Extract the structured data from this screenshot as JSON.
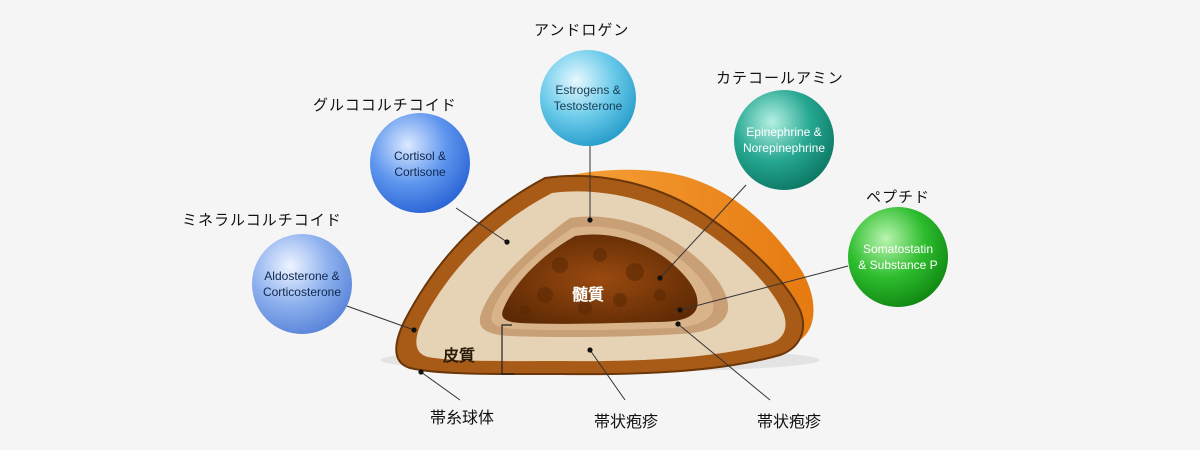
{
  "hormone_groups": [
    {
      "category": "アンドロゲン",
      "hormones": "Estrogens &\nTestosterone",
      "color": "#5fc6e6"
    },
    {
      "category": "グルココルチコイド",
      "hormones": "Cortisol &\nCortisone",
      "color": "#5a93ee"
    },
    {
      "category": "カテコールアミン",
      "hormones": "Epinephrine &\nNorepinephrine",
      "color": "#1fa890"
    },
    {
      "category": "ミネラルコルチコイド",
      "hormones": "Aldosterone &\nCorticosterone",
      "color": "#86abee"
    },
    {
      "category": "ペプチド",
      "hormones": "Somatostatin\n& Substance P",
      "color": "#22b527"
    }
  ],
  "regions": {
    "medulla": "髄質",
    "cortex": "皮質"
  },
  "layer_labels": [
    "帯糸球体",
    "帯状疱疹",
    "帯状疱疹"
  ],
  "colors": {
    "capsule": "#a85b17",
    "outer_orange": "#f08f1a",
    "cortex": "#e6d2b5",
    "zona_band": "#c99f76",
    "medulla": "#7a3a08"
  }
}
